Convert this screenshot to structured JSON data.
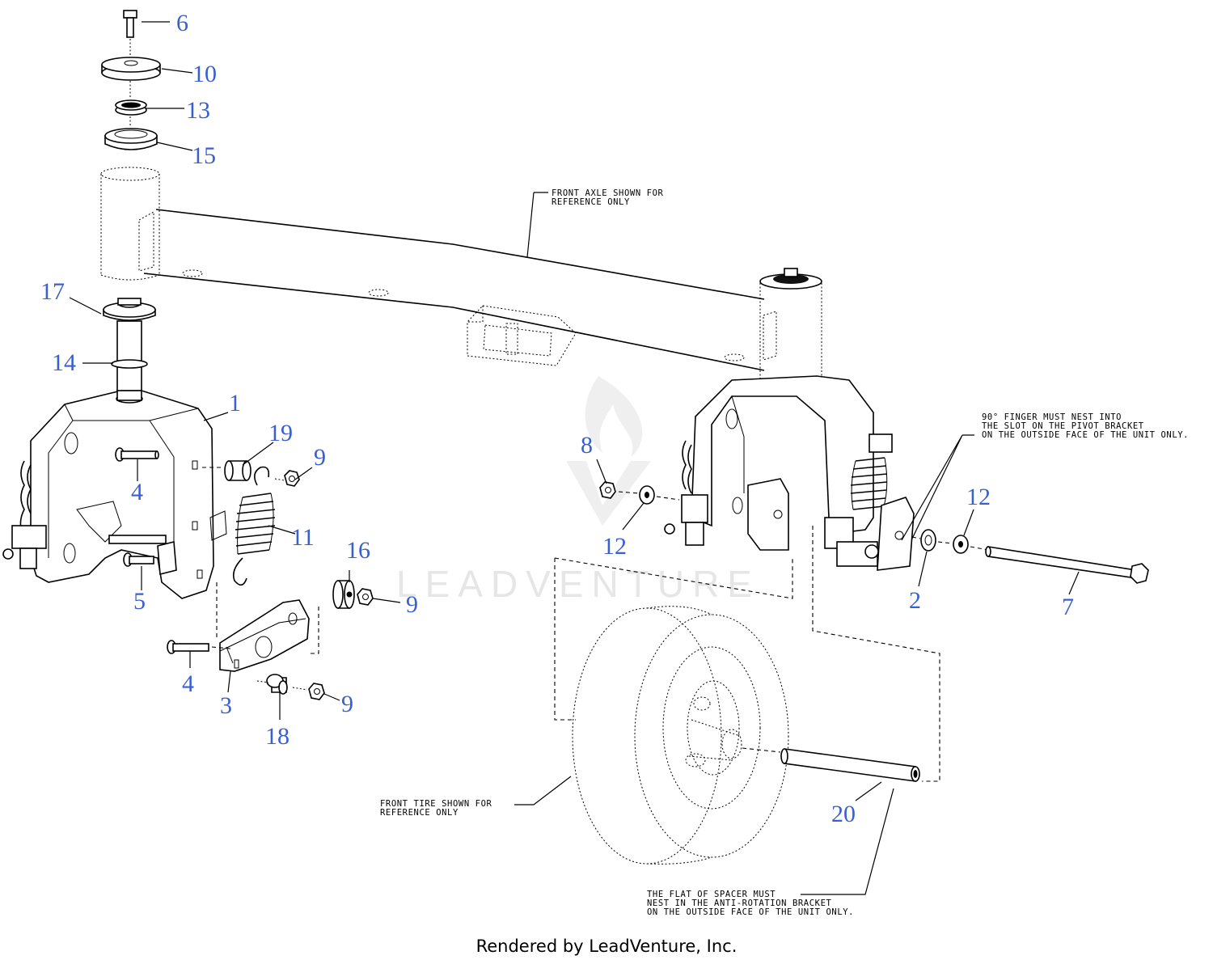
{
  "callouts": [
    {
      "id": "c6",
      "text": "6"
    },
    {
      "id": "c10",
      "text": "10"
    },
    {
      "id": "c13",
      "text": "13"
    },
    {
      "id": "c15",
      "text": "15"
    },
    {
      "id": "c17",
      "text": "17"
    },
    {
      "id": "c14",
      "text": "14"
    },
    {
      "id": "c1",
      "text": "1"
    },
    {
      "id": "c19",
      "text": "19"
    },
    {
      "id": "c9a",
      "text": "9"
    },
    {
      "id": "c4a",
      "text": "4"
    },
    {
      "id": "c11",
      "text": "11"
    },
    {
      "id": "c16",
      "text": "16"
    },
    {
      "id": "c9b",
      "text": "9"
    },
    {
      "id": "c5",
      "text": "5"
    },
    {
      "id": "c4b",
      "text": "4"
    },
    {
      "id": "c3",
      "text": "3"
    },
    {
      "id": "c18",
      "text": "18"
    },
    {
      "id": "c9c",
      "text": "9"
    },
    {
      "id": "c8",
      "text": "8"
    },
    {
      "id": "c12a",
      "text": "12"
    },
    {
      "id": "c12b",
      "text": "12"
    },
    {
      "id": "c2",
      "text": "2"
    },
    {
      "id": "c7",
      "text": "7"
    },
    {
      "id": "c20",
      "text": "20"
    }
  ],
  "notes": {
    "front_axle": [
      "FRONT AXLE SHOWN FOR",
      "REFERENCE ONLY"
    ],
    "finger": [
      "90° FINGER MUST NEST INTO",
      "THE SLOT ON THE PIVOT BRACKET",
      "ON THE OUTSIDE FACE OF THE UNIT ONLY."
    ],
    "front_tire": [
      "FRONT TIRE SHOWN FOR",
      "REFERENCE ONLY"
    ],
    "spacer": [
      "THE FLAT OF SPACER MUST",
      "NEST IN THE ANTI-ROTATION BRACKET",
      "ON THE OUTSIDE FACE OF THE UNIT ONLY."
    ]
  },
  "watermark": "LEADVENTURE",
  "footer": "Rendered by LeadVenture, Inc."
}
